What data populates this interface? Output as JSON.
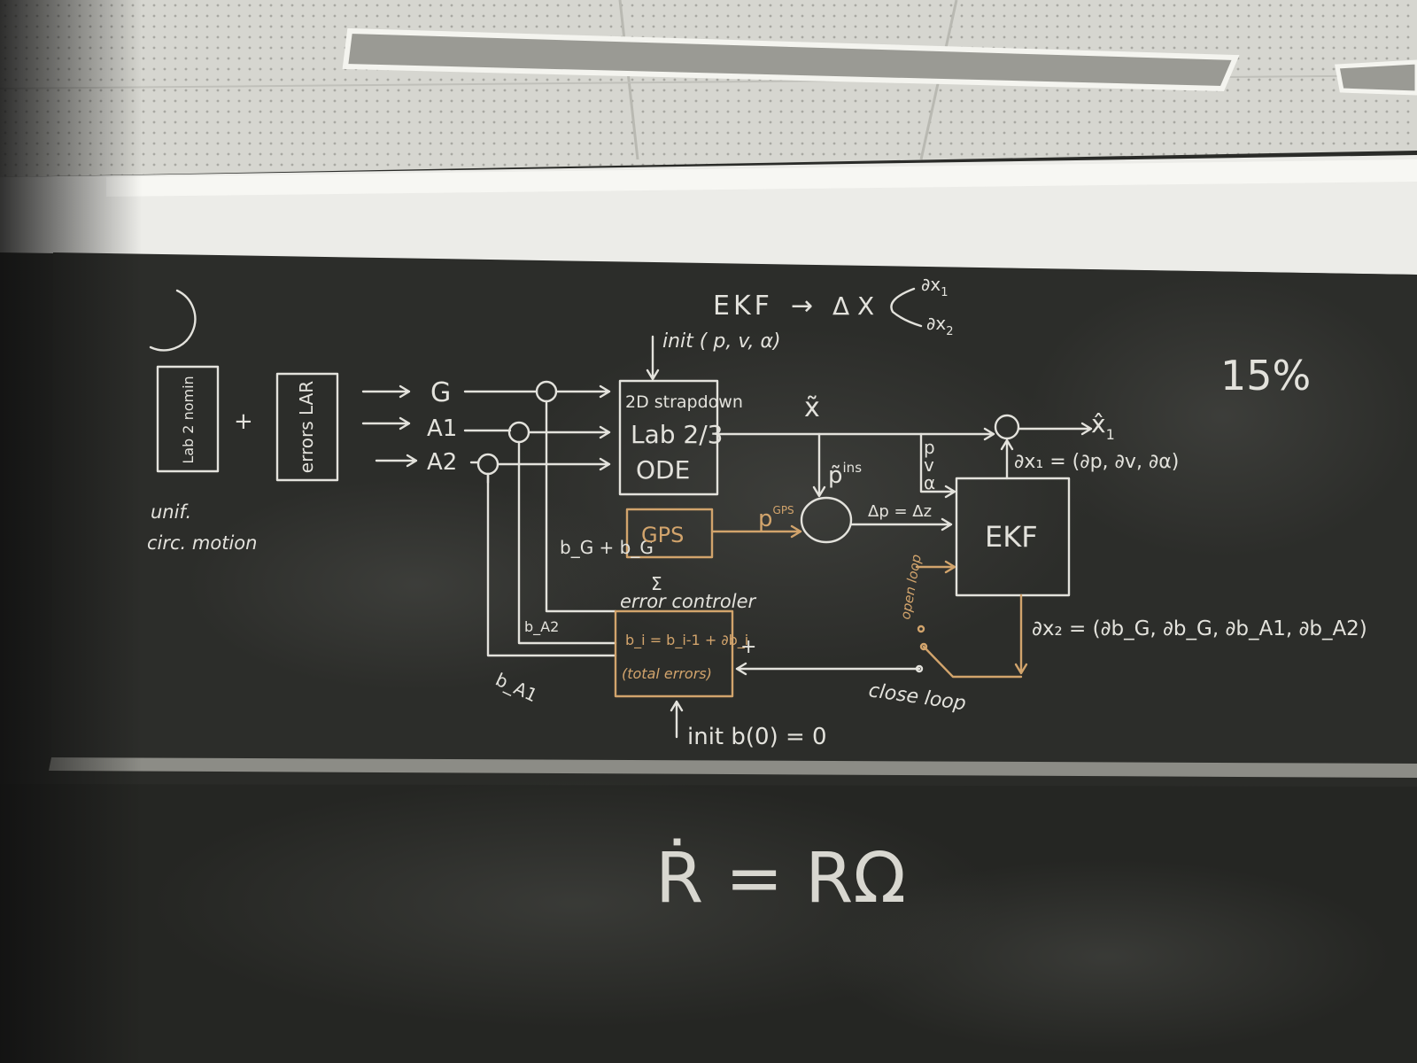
{
  "upper_board": {
    "ekf_line": {
      "ekf": "EKF",
      "arrow": "→",
      "dx": "Δ X",
      "dx1": "∂x",
      "dx1_sub": "1",
      "dx2": "∂x",
      "dx2_sub": "2"
    },
    "init_label": "init ( p, v, α)",
    "percent": "15%",
    "left_box1": "Lab 2 nomin",
    "plus": "+",
    "left_box2": "errors LAR",
    "note_line1": "unif.",
    "note_line2": "circ. motion",
    "inputs": [
      "G",
      "A1",
      "A2"
    ],
    "model_box": [
      "2D strapdown",
      "Lab 2/3",
      "ODE"
    ],
    "x_tilde": "x̃",
    "x_hat": "x̂",
    "x_hat_sub": "1",
    "pva": [
      "p",
      "v",
      "α"
    ],
    "p_ins": "p̃",
    "p_ins_sup": "ins",
    "p_gps": "p",
    "p_gps_sup": "GPS",
    "gps_box": "GPS",
    "delta_p": "Δp = Δz",
    "ekf_box": "EKF",
    "dx1_eq": "∂x₁ = (∂p, ∂v, ∂α)",
    "dx2_eq": "∂x₂ = (∂b_G, ∂b_G, ∂b_A1, ∂b_A2)",
    "bias_label": "b_G + b_G",
    "sigma": "Σ",
    "error_controller": "error controler",
    "controller_eq": "b_i = b_i-1 + ∂b_i",
    "controller_total": "(total errors)",
    "b_a2": "b_A2",
    "b_a1": "b_A1",
    "open_loop": "open loop",
    "close_loop": "close loop",
    "init_b": "init b(0) = 0"
  },
  "lower_board": {
    "equation": "Ṙ = RΩ"
  },
  "colors": {
    "chalk_white": "#e3e2dc",
    "chalk_orange": "#d2a46c",
    "board": "#2c2d2a",
    "ceiling": "#d8d8d2",
    "wall": "#eeeeea"
  }
}
